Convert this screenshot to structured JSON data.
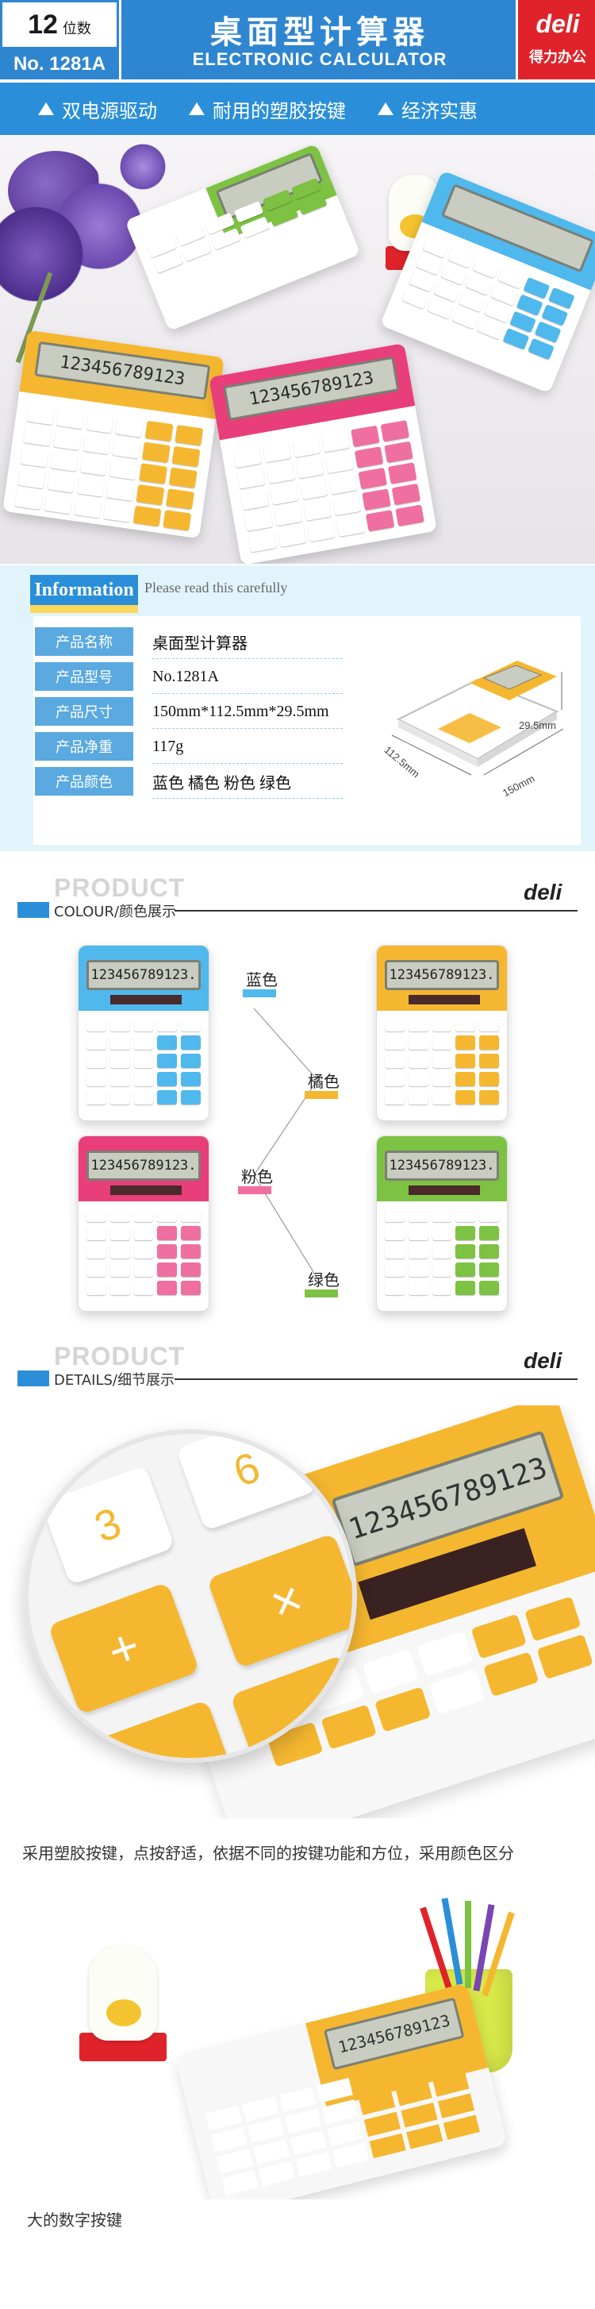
{
  "header": {
    "digits_big": "12",
    "digits_small": "位数",
    "model": "No. 1281A",
    "title": "桌面型计算器",
    "subtitle": "ELECTRONIC CALCULATOR",
    "logo_text": "deli",
    "logo_cn": "得力办公",
    "brand_color": "#2f86d0",
    "logo_color": "#e0232a"
  },
  "features": [
    {
      "label": "双电源驱动"
    },
    {
      "label": "耐用的塑胶按键"
    },
    {
      "label": "经济实惠"
    }
  ],
  "hero": {
    "display_text": "123456789123"
  },
  "information": {
    "tag": "Information",
    "note": "Please read this carefully",
    "rows": [
      {
        "label": "产品名称",
        "value": "桌面型计算器"
      },
      {
        "label": "产品型号",
        "value": "No.1281A"
      },
      {
        "label": "产品尺寸",
        "value": "150mm*112.5mm*29.5mm"
      },
      {
        "label": "产品净重",
        "value": "117g"
      },
      {
        "label": "产品颜色",
        "value": "蓝色  橘色  粉色  绿色"
      }
    ],
    "dimensions": {
      "height": "29.5mm",
      "depth": "112.5mm",
      "width": "150mm"
    }
  },
  "colour_section": {
    "title": "PRODUCT",
    "subtitle": "COLOUR/颜色展示",
    "logo": "deli",
    "labels": [
      {
        "name": "蓝色",
        "color": "#4fb8ec"
      },
      {
        "name": "橘色",
        "color": "#f5b730"
      },
      {
        "name": "粉色",
        "color": "#ef6fa0"
      },
      {
        "name": "绿色",
        "color": "#7dc242"
      }
    ],
    "display_text": "123456789123."
  },
  "details_section": {
    "title": "PRODUCT",
    "subtitle": "DETAILS/细节展示",
    "logo": "deli",
    "caption_1": "采用塑胶按键，点按舒适，依据不同的按键功能和方位，采用颜色区分",
    "caption_2": "大的数字按键",
    "zoom_keys": [
      "3",
      "6",
      "+",
      "×",
      "=",
      "−"
    ],
    "display_text": "123456789123"
  }
}
